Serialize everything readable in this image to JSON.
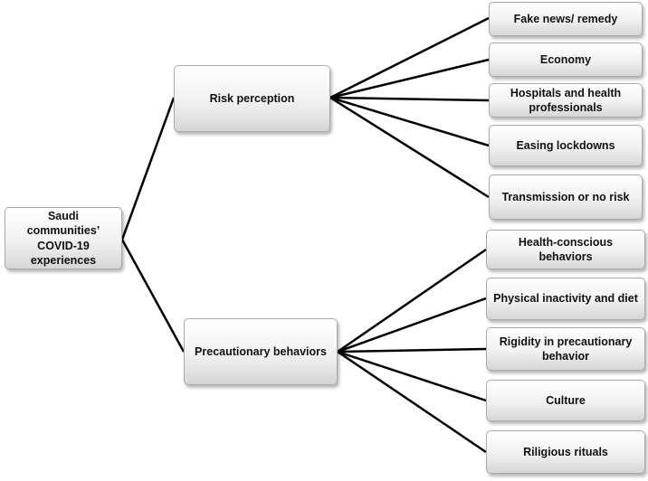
{
  "root": {
    "label": "Saudi communities’ COVID-19 experiences"
  },
  "branches": [
    {
      "label": "Risk perception",
      "children": [
        "Fake news/ remedy",
        "Economy",
        "Hospitals and health professionals",
        "Easing lockdowns",
        "Transmission or no risk"
      ]
    },
    {
      "label": "Precautionary behaviors",
      "children": [
        "Health-conscious behaviors",
        "Physical inactivity and diet",
        "Rigidity in precautionary behavior",
        "Culture",
        "Riligious rituals"
      ]
    }
  ]
}
